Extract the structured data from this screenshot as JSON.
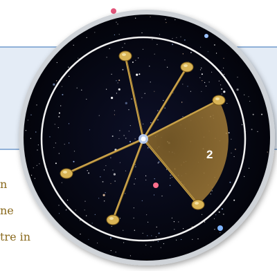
{
  "segment_label": "2",
  "caption_fragments": [
    "n",
    "ne",
    "tre in"
  ],
  "colors": {
    "band_fill": "#e4ecf6",
    "band_border": "#8fb0d8",
    "sky": "#05060f",
    "rod": "#c9a44c",
    "sector": "#9a7432",
    "ring": "#ffffff",
    "caption": "#8a6a1e"
  }
}
